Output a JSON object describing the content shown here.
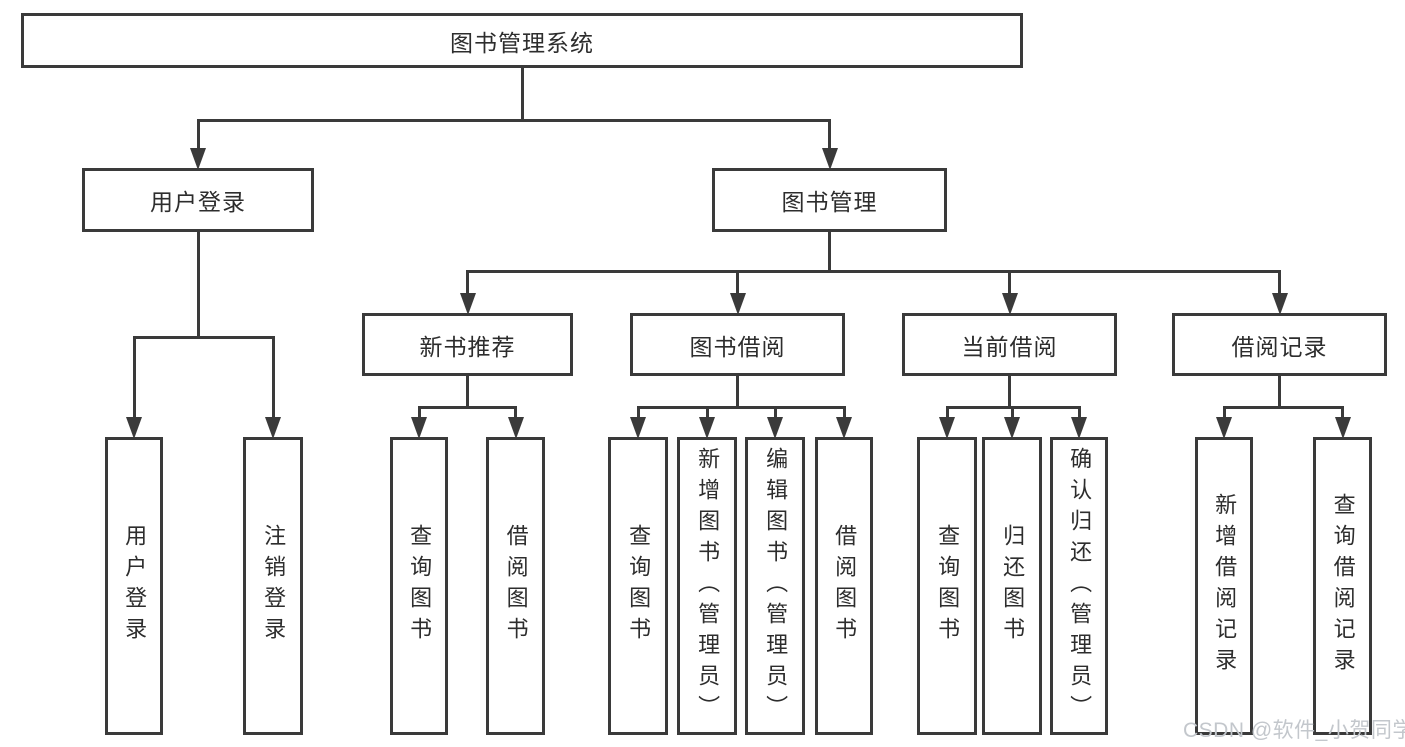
{
  "diagram_title": "图书管理系统",
  "colors": {
    "line": "#3a3a3a",
    "watermark": "#c3c7cc",
    "background": "#ffffff"
  },
  "nodes": [
    {
      "id": "root",
      "label": "图书管理系统",
      "parent": null,
      "orientation": "horizontal"
    },
    {
      "id": "user-login",
      "label": "用户登录",
      "parent": "root",
      "orientation": "horizontal"
    },
    {
      "id": "book-mgmt",
      "label": "图书管理",
      "parent": "root",
      "orientation": "horizontal"
    },
    {
      "id": "new-book-rec",
      "label": "新书推荐",
      "parent": "book-mgmt",
      "orientation": "horizontal"
    },
    {
      "id": "book-borrow",
      "label": "图书借阅",
      "parent": "book-mgmt",
      "orientation": "horizontal"
    },
    {
      "id": "current-borrow",
      "label": "当前借阅",
      "parent": "book-mgmt",
      "orientation": "horizontal"
    },
    {
      "id": "borrow-record",
      "label": "借阅记录",
      "parent": "book-mgmt",
      "orientation": "horizontal"
    },
    {
      "id": "leaf-user-login",
      "label": "用户登录",
      "parent": "user-login",
      "orientation": "vertical"
    },
    {
      "id": "leaf-logout",
      "label": "注销登录",
      "parent": "user-login",
      "orientation": "vertical"
    },
    {
      "id": "leaf-query-book-new",
      "label": "查询图书",
      "parent": "new-book-rec",
      "orientation": "vertical"
    },
    {
      "id": "leaf-borrow-book-new",
      "label": "借阅图书",
      "parent": "new-book-rec",
      "orientation": "vertical"
    },
    {
      "id": "leaf-query-book-borrow",
      "label": "查询图书",
      "parent": "book-borrow",
      "orientation": "vertical"
    },
    {
      "id": "leaf-add-book",
      "label": "新增图书（管理员）",
      "parent": "book-borrow",
      "orientation": "vertical"
    },
    {
      "id": "leaf-edit-book",
      "label": "编辑图书（管理员）",
      "parent": "book-borrow",
      "orientation": "vertical"
    },
    {
      "id": "leaf-borrow-book",
      "label": "借阅图书",
      "parent": "book-borrow",
      "orientation": "vertical"
    },
    {
      "id": "leaf-query-book-current",
      "label": "查询图书",
      "parent": "current-borrow",
      "orientation": "vertical"
    },
    {
      "id": "leaf-return-book",
      "label": "归还图书",
      "parent": "current-borrow",
      "orientation": "vertical"
    },
    {
      "id": "leaf-confirm-return",
      "label": "确认归还（管理员）",
      "parent": "current-borrow",
      "orientation": "vertical"
    },
    {
      "id": "leaf-add-record",
      "label": "新增借阅记录",
      "parent": "borrow-record",
      "orientation": "vertical"
    },
    {
      "id": "leaf-query-record",
      "label": "查询借阅记录",
      "parent": "borrow-record",
      "orientation": "vertical"
    }
  ],
  "watermark": "CSDN @软件_小贺同学"
}
